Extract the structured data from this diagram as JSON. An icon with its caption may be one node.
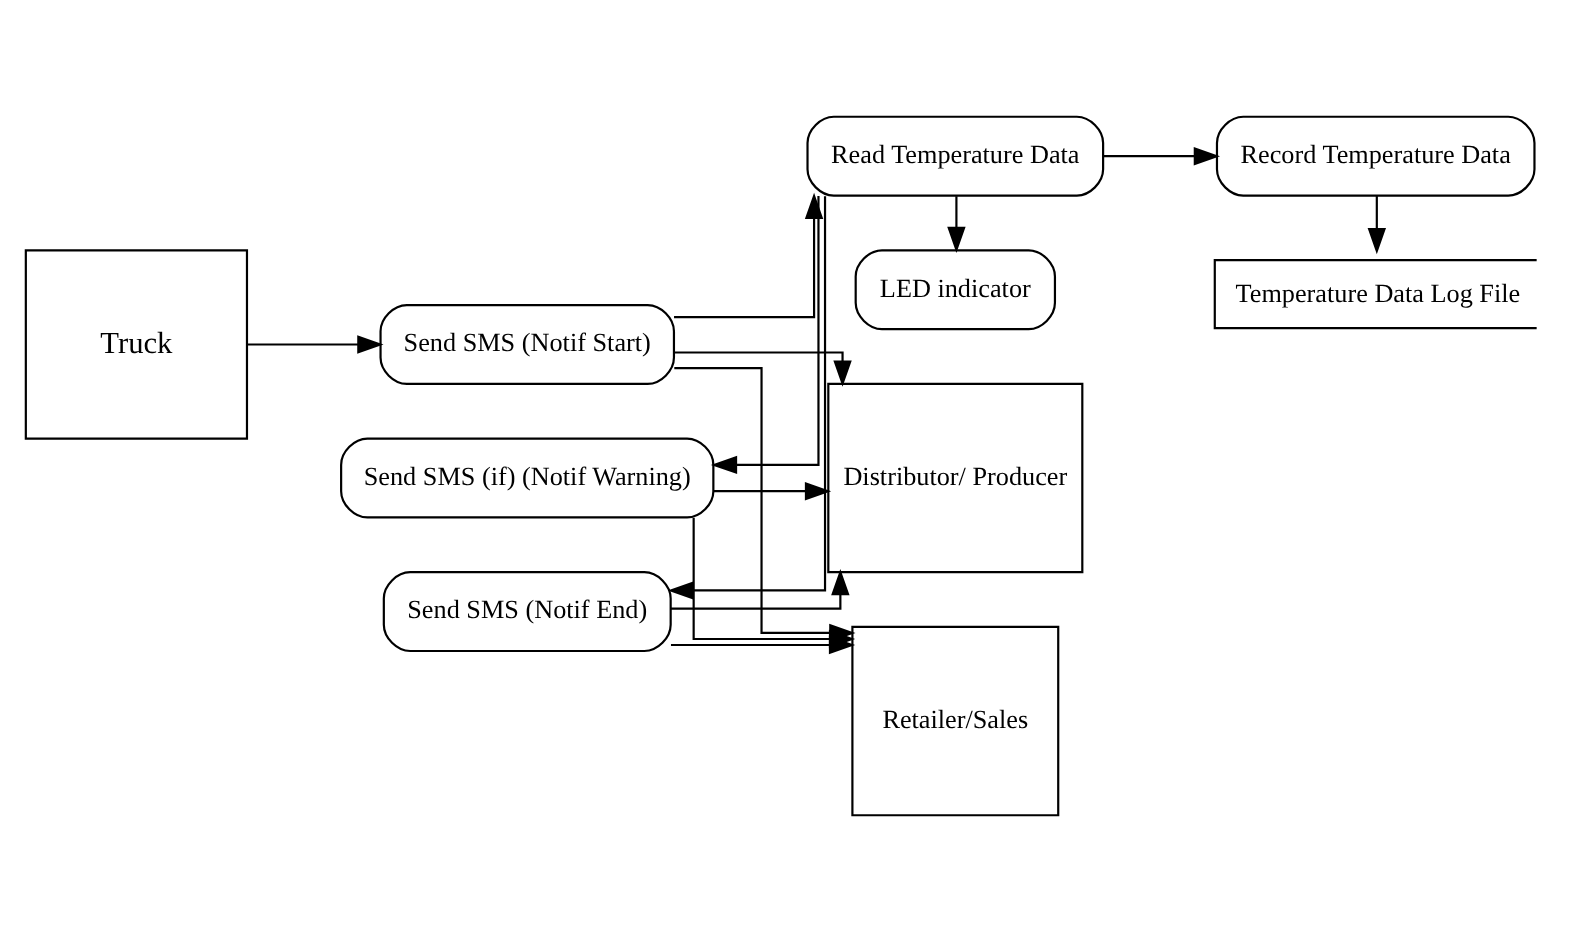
{
  "diagram": {
    "nodes": [
      {
        "text": [
          "Truck"
        ]
      },
      {
        "text": [
          "Send SMS (Notif Start)"
        ]
      },
      {
        "text": [
          "Distributor/ Producer"
        ]
      },
      {
        "text": [
          "Read Temperature Data"
        ]
      },
      {
        "text": [
          "LED indicator"
        ]
      },
      {
        "text": [
          "Retailer/Sales"
        ]
      },
      {
        "text": [
          "Temperature Data Log File"
        ]
      },
      {
        "text": [
          "Record Temperature Data"
        ]
      },
      {
        "text": [
          "Send SMS (if) (Notif Warning)"
        ]
      },
      {
        "text": [
          "Send SMS (Notif End)"
        ]
      }
    ],
    "edges": [
      {
        "from": 0,
        "to": 1,
        "arrow": "to"
      },
      {
        "from": 1,
        "to": 2,
        "arrow": "to"
      },
      {
        "from": 1,
        "to": 3,
        "arrow": "to"
      },
      {
        "from": 1,
        "to": 5,
        "arrow": "to"
      },
      {
        "from": 3,
        "to": 4,
        "arrow": "to"
      },
      {
        "from": 3,
        "to": 7,
        "arrow": "to"
      },
      {
        "from": 3,
        "to": 8,
        "arrow": "to"
      },
      {
        "from": 3,
        "to": 9,
        "arrow": "to"
      },
      {
        "from": 7,
        "to": 6,
        "arrow": "to"
      },
      {
        "from": 8,
        "to": 2,
        "arrow": "to"
      },
      {
        "from": 8,
        "to": 5,
        "arrow": "to"
      },
      {
        "from": 9,
        "to": 2,
        "arrow": "to"
      },
      {
        "from": 9,
        "to": 5,
        "arrow": "to"
      }
    ]
  }
}
